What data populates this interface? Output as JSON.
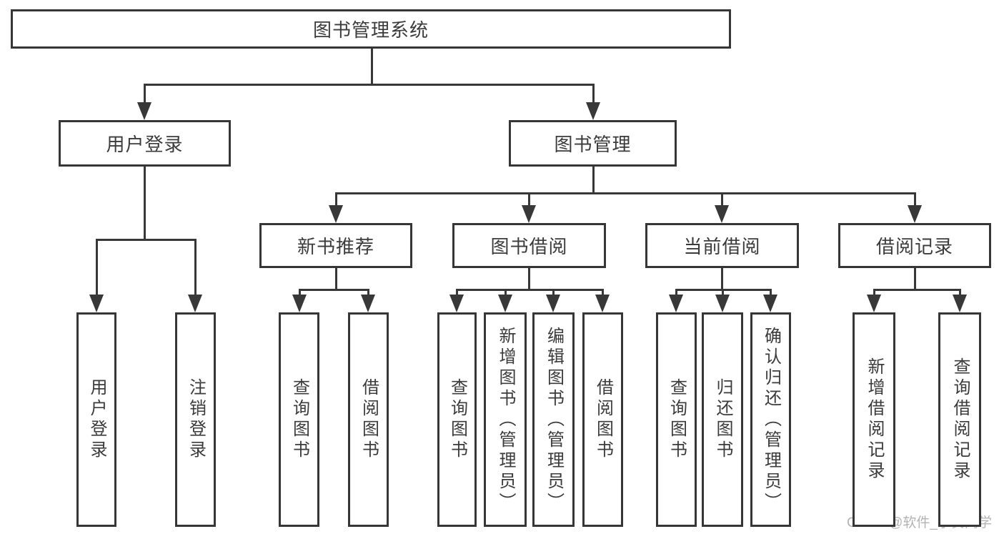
{
  "diagram": {
    "title": "图书管理系统",
    "nodes": [
      {
        "key": "library-management-system",
        "label": "图书管理系统"
      },
      {
        "key": "user-login-branch",
        "label": "用户登录"
      },
      {
        "key": "book-management",
        "label": "图书管理"
      },
      {
        "key": "new-book-recommendation",
        "label": "新书推荐"
      },
      {
        "key": "book-borrowing",
        "label": "图书借阅"
      },
      {
        "key": "current-borrowing",
        "label": "当前借阅"
      },
      {
        "key": "borrowing-records",
        "label": "借阅记录"
      },
      {
        "key": "user-login",
        "label": "用户登录"
      },
      {
        "key": "logout",
        "label": "注销登录"
      },
      {
        "key": "query-books-recommend",
        "label": "查询图书"
      },
      {
        "key": "borrow-books-recommend",
        "label": "借阅图书"
      },
      {
        "key": "query-books-borrowing",
        "label": "查询图书"
      },
      {
        "key": "add-books-admin",
        "label": "新增图书（管理员）"
      },
      {
        "key": "edit-books-admin",
        "label": "编辑图书（管理员）"
      },
      {
        "key": "borrow-books-borrowing",
        "label": "借阅图书"
      },
      {
        "key": "query-books-current",
        "label": "查询图书"
      },
      {
        "key": "return-books",
        "label": "归还图书"
      },
      {
        "key": "confirm-return-admin",
        "label": "确认归还（管理员）"
      },
      {
        "key": "add-borrow-record",
        "label": "新增借阅记录"
      },
      {
        "key": "query-borrow-record",
        "label": "查询借阅记录"
      }
    ]
  },
  "watermark": {
    "text": "CSDN @软件_小贺同学"
  },
  "colors": {
    "line": "#383838",
    "border": "#363636",
    "text": "#3b3b3b",
    "watermark": "#b3b3b3",
    "background": "#ffffff"
  }
}
